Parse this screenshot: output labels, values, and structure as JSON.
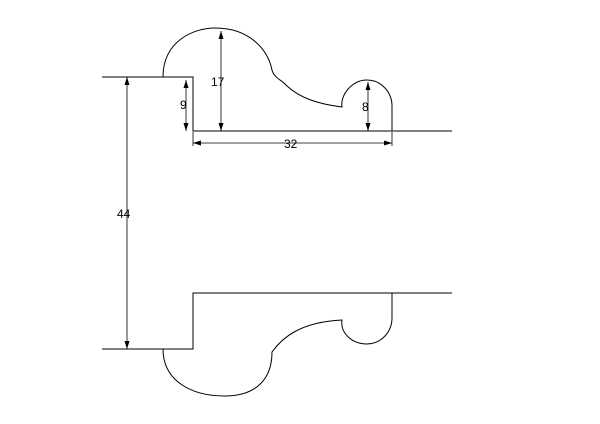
{
  "drawing": {
    "dimensions": {
      "top_height": "17",
      "inner_step": "9",
      "small_bead": "8",
      "width": "32",
      "overall_height": "44"
    }
  }
}
